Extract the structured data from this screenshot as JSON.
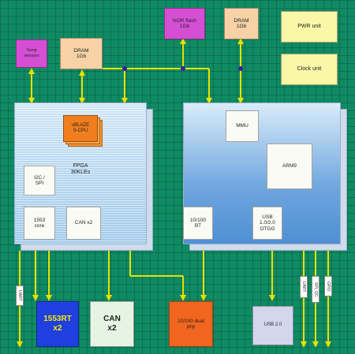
{
  "blocks": {
    "temp_sensors": "Temp\nsensors",
    "dram_left": "DRAM\n1Gb",
    "nor_flash": "NOR flash\n1Gb",
    "dram_right": "DRAM\n1Gb",
    "pwr_unit": "PWR unit",
    "clock_unit": "Clock unit",
    "ublaze": "uBLAZE\nS-CPU",
    "fpga": "FPGA\n30KLEs",
    "i2c_spi": "I2C /\nSPI",
    "core_1553": "1553\ncore",
    "can_x2_inner": "CAN x2",
    "mmu": "MMU",
    "arm9": "ARM9",
    "bt_10_100": "10/100\nBT",
    "usb_otg": "USB\n1.0/2.0\nOTGG",
    "rt_1553": "1553RT\nx2",
    "can_x2": "CAN\nx2",
    "phy": "10/100 dual\nphy",
    "usb20": "USB 2.0"
  },
  "port_labels": {
    "uart_left": "UART",
    "uart_right": "UART",
    "spi_i2c": "SPI, I2C",
    "gpio": "GPIO"
  },
  "colors": {
    "background": "#0f8a62",
    "wire": "#e8e000",
    "bus_dot": "#3a1f9e",
    "magenta": "#d44fd4",
    "peach": "#f6d2a6",
    "yellow_unit": "#fbf7a8",
    "white_block": "#fbfbf6",
    "blue_block": "#1f3fe0",
    "orange_block": "#f2651e",
    "lavender_block": "#d4d6ee",
    "pale_green": "#e6f4e3"
  }
}
